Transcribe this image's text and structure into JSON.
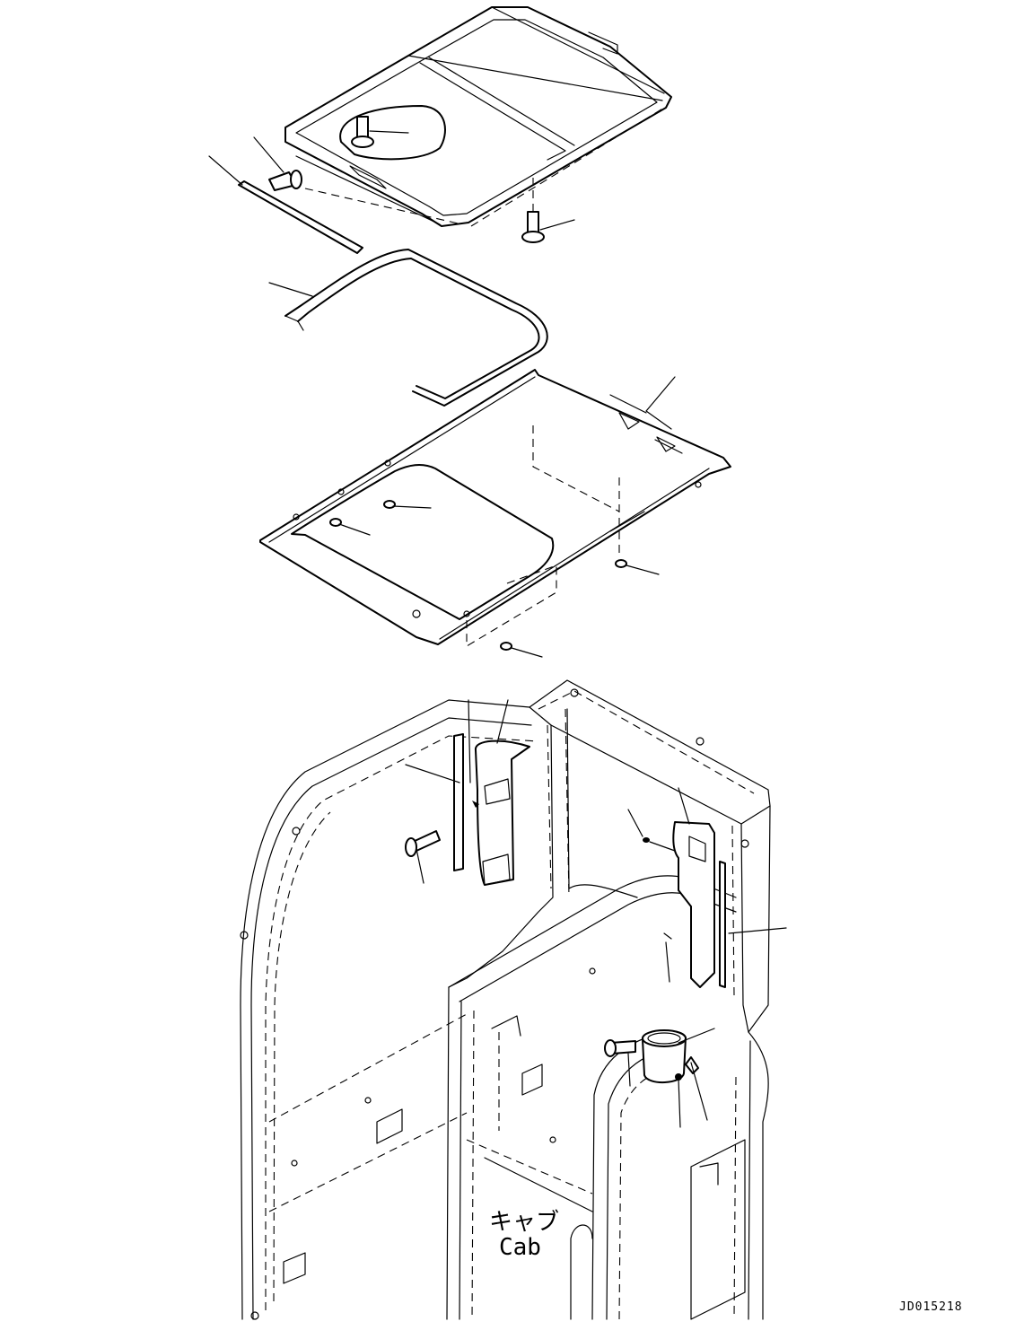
{
  "diagram": {
    "cab_label_jp": "キャブ",
    "cab_label_en": "Cab",
    "drawing_code": "JD015218"
  }
}
